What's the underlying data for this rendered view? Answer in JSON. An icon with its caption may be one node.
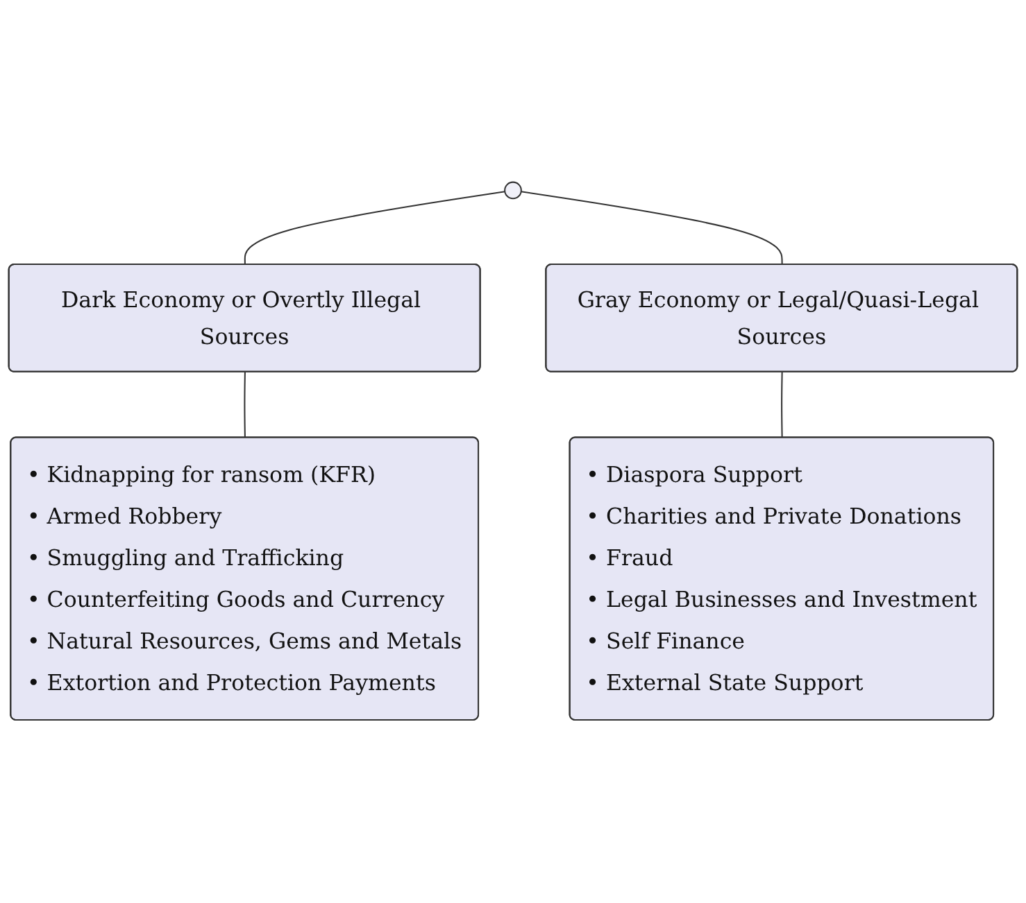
{
  "diagram": {
    "nodes": [
      {
        "text": [],
        "shape": "circle"
      },
      {
        "text": [
          "Dark Economy or Overtly Illegal Sources"
        ]
      },
      {
        "text": [
          "Gray Economy or Legal/Quasi-Legal Sources"
        ]
      },
      {
        "text": [
          "• Kidnapping for ransom (KFR)",
          "• Armed Robbery",
          "• Smuggling and Trafficking",
          "• Counterfeiting Goods and Currency",
          "• Natural Resources, Gems and Metals",
          "• Extortion and Protection Payments"
        ]
      },
      {
        "text": [
          "• Diaspora Support",
          "• Charities and Private Donations",
          "• Fraud",
          "• Legal Businesses and Investment",
          "• Self Finance",
          "• External State Support"
        ]
      }
    ],
    "edges": [
      {
        "from": 0,
        "to": 1,
        "arrow": "none"
      },
      {
        "from": 0,
        "to": 2,
        "arrow": "none"
      },
      {
        "from": 1,
        "to": 3,
        "arrow": "none"
      },
      {
        "from": 2,
        "to": 4,
        "arrow": "none"
      }
    ]
  }
}
